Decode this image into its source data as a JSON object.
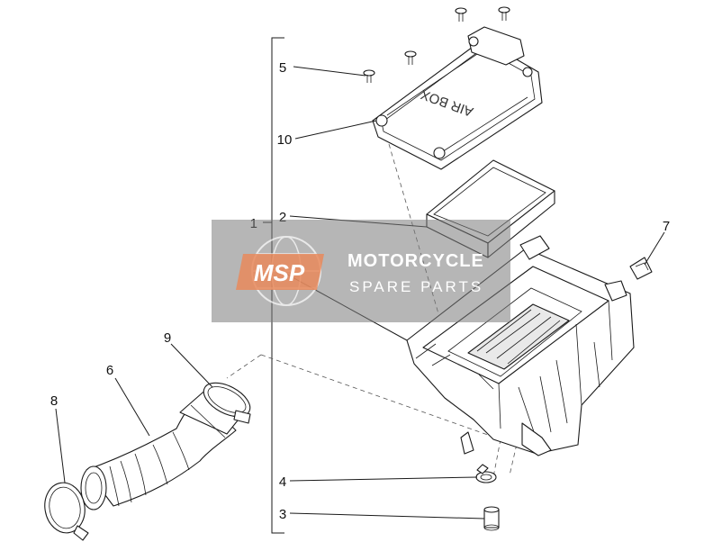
{
  "callouts": {
    "c1": "1",
    "c2": "2",
    "c3": "3",
    "c4": "4",
    "c5": "5",
    "c6": "6",
    "c7": "7",
    "c8": "8",
    "c9": "9",
    "c10": "10"
  },
  "cover_text": "AIR BOX",
  "watermark": {
    "logo": "MSP",
    "title": "MOTORCYCLE",
    "subtitle": "SPARE PARTS"
  }
}
